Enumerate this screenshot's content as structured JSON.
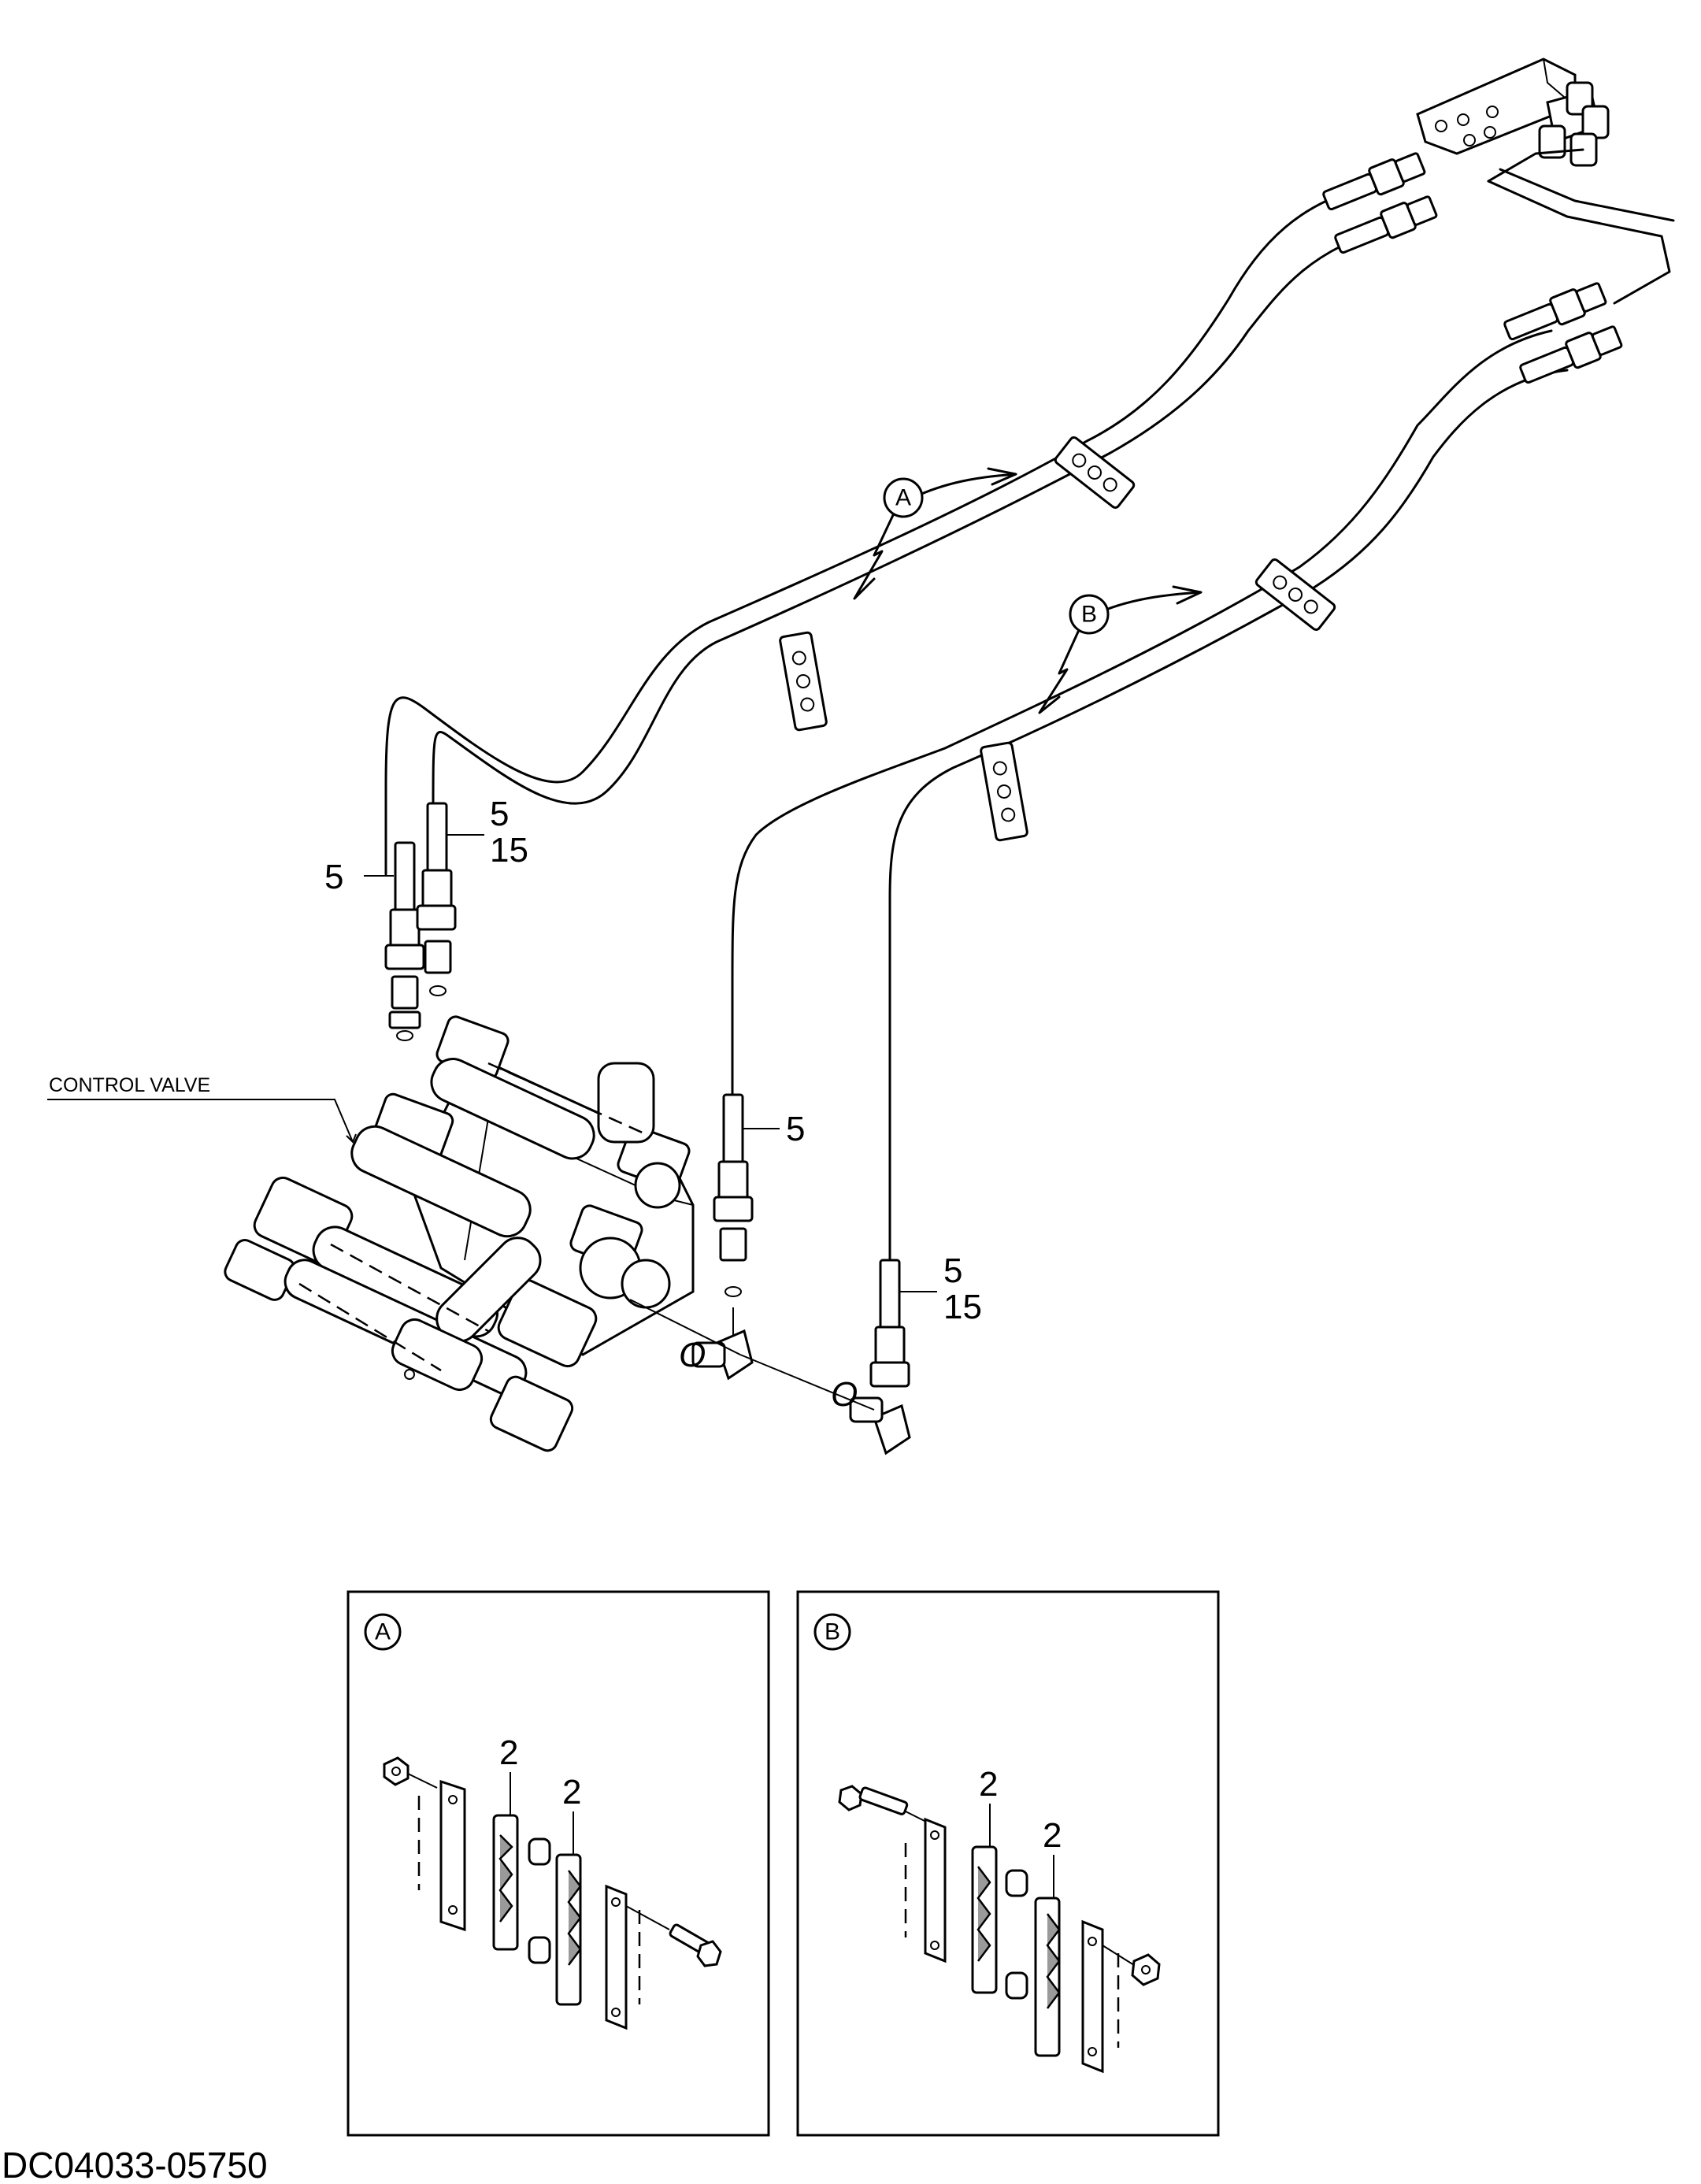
{
  "figure": {
    "code": "DC04033-05750",
    "component_label": "CONTROL VALVE",
    "detail_markers": [
      "A",
      "B"
    ],
    "callouts": {
      "hose_upper_left": "5",
      "hose_upper_right_a": "5",
      "hose_upper_right_b": "15",
      "hose_mid": "5",
      "hose_lower_a": "5",
      "hose_lower_b": "15",
      "detail_a_clamp_1": "2",
      "detail_a_clamp_2": "2",
      "detail_b_clamp_1": "2",
      "detail_b_clamp_2": "2"
    },
    "oring_mark": "O"
  }
}
